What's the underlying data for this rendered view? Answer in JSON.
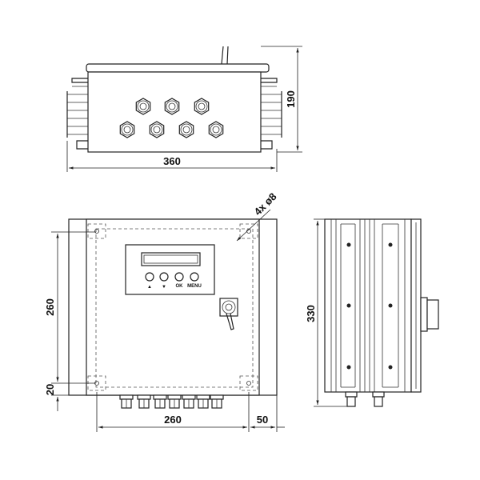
{
  "top_view": {
    "width_dim": "360",
    "height_dim": "190"
  },
  "front_view": {
    "height_dim": "260",
    "bottom_offset_dim": "20",
    "width_dim": "260",
    "side_dim": "50",
    "hole_callout": "4x ø8",
    "buttons": {
      "up": "▲",
      "down": "▼",
      "ok": "OK",
      "menu": "MENU"
    }
  },
  "side_view": {
    "height_dim": "330"
  }
}
